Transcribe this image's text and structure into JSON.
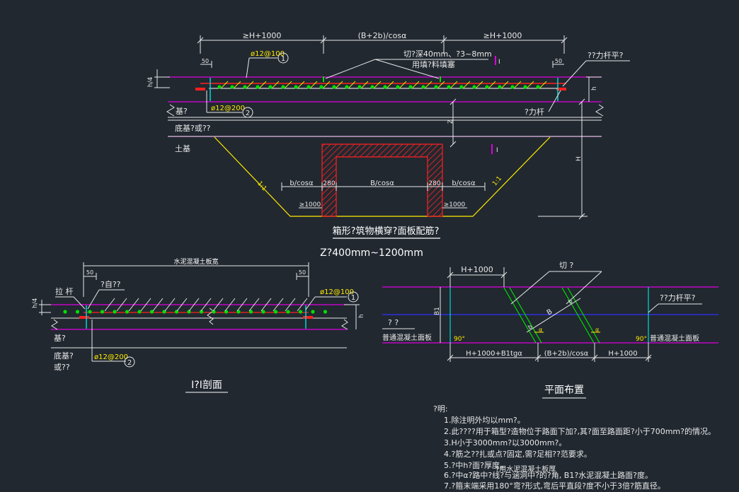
{
  "top_section": {
    "dim_left": "≥H+1000",
    "dim_mid": "(B+2b)/cosα",
    "dim_right": "≥H+1000",
    "dim_50_left": "50",
    "dim_50_right": "50",
    "bar_top": "ø12@100",
    "callout_1": "1",
    "cut_note_1": "切?深40mm、?3~8mm",
    "cut_note_2": "用填?料填塞",
    "section_mark_top": "I",
    "section_mark_bottom": "I",
    "tie_bar_top": "??力杆平?",
    "tie_bar_label": "?力杆",
    "bar_bottom": "ø12@200",
    "callout_2": "2",
    "h4_label": "h/4",
    "h_label": "h",
    "z_label": "Z",
    "H_label": "H",
    "base_label": "基?",
    "subbase_label": "底基?或??",
    "soil_label": "土基",
    "slope_left": "1:1",
    "slope_right": "1:1",
    "b_cos_left": "b/cosα",
    "b_cos_right": "b/cosα",
    "b280_left": "280",
    "b280_right": "280",
    "B_cos": "B/cosα",
    "ge1000_left": "≥1000",
    "ge1000_right": "≥1000",
    "title": "箱形?筑物横穿?面板配筋?",
    "depth_note": "Z?400mm~1200mm"
  },
  "section_view": {
    "slab_width": "水泥混凝土板宽",
    "dim_50_left": "50",
    "dim_50_right": "50",
    "tie_label": "拉 杆",
    "free_label": "?自??",
    "bar_top": "ø12@100",
    "callout_1": "1",
    "h4_label": "h/4",
    "h_label": "h",
    "base_label": "基?",
    "subbase_1": "底基?",
    "subbase_2": "或??",
    "bar_bottom": "ø12@200",
    "callout_2": "2",
    "title": "I?I剖面"
  },
  "plan_view": {
    "dim_top": "H+1000",
    "cut_label": "切 ?",
    "tie_label": "??力杆平?",
    "left_label": "? ?",
    "B1_label": "B1",
    "B_label": "B",
    "b_label_1": "b",
    "b_label_2": "b",
    "alpha_1": "α",
    "alpha_2": "α",
    "angle_left": "90°",
    "angle_right": "90°",
    "slab_left": "普通混凝土面板",
    "slab_right": "普通混凝土面板",
    "dim_bottom_1": "H+1000+B1tgα",
    "dim_bottom_2": "(B+2b)/cosα",
    "dim_bottom_3": "H+1000",
    "title": "平面布置"
  },
  "notes": {
    "header": "?明:",
    "items": [
      "1.除注明外均以mm?。",
      "2.此????用于箱型?造物位于路面下加?,其?面至路面距?小于700mm?的情况。",
      "3.H小于3000mm?以3000mm?。",
      "4.?筋之??扎或点?固定,需?足相??范要求。",
      "5.?中h?面?厚度。",
      "6.?中α?路中?线?与涵洞中?的?角, B1?水泥混凝土路面?度。",
      "7.?箍末端采用180°弯?形式,弯后平直段?度不小于3倍?筋直径。"
    ],
    "overlay": "?用水泥混凝土板厚"
  },
  "colors": {
    "background": "#212830",
    "magenta": "#e000e0",
    "green": "#00e000",
    "red": "#ff2020",
    "yellow": "#ffea00",
    "cyan": "#00d8d8",
    "blue": "#3030ff",
    "white": "#e8e8e8",
    "lime": "#c8ff00"
  }
}
